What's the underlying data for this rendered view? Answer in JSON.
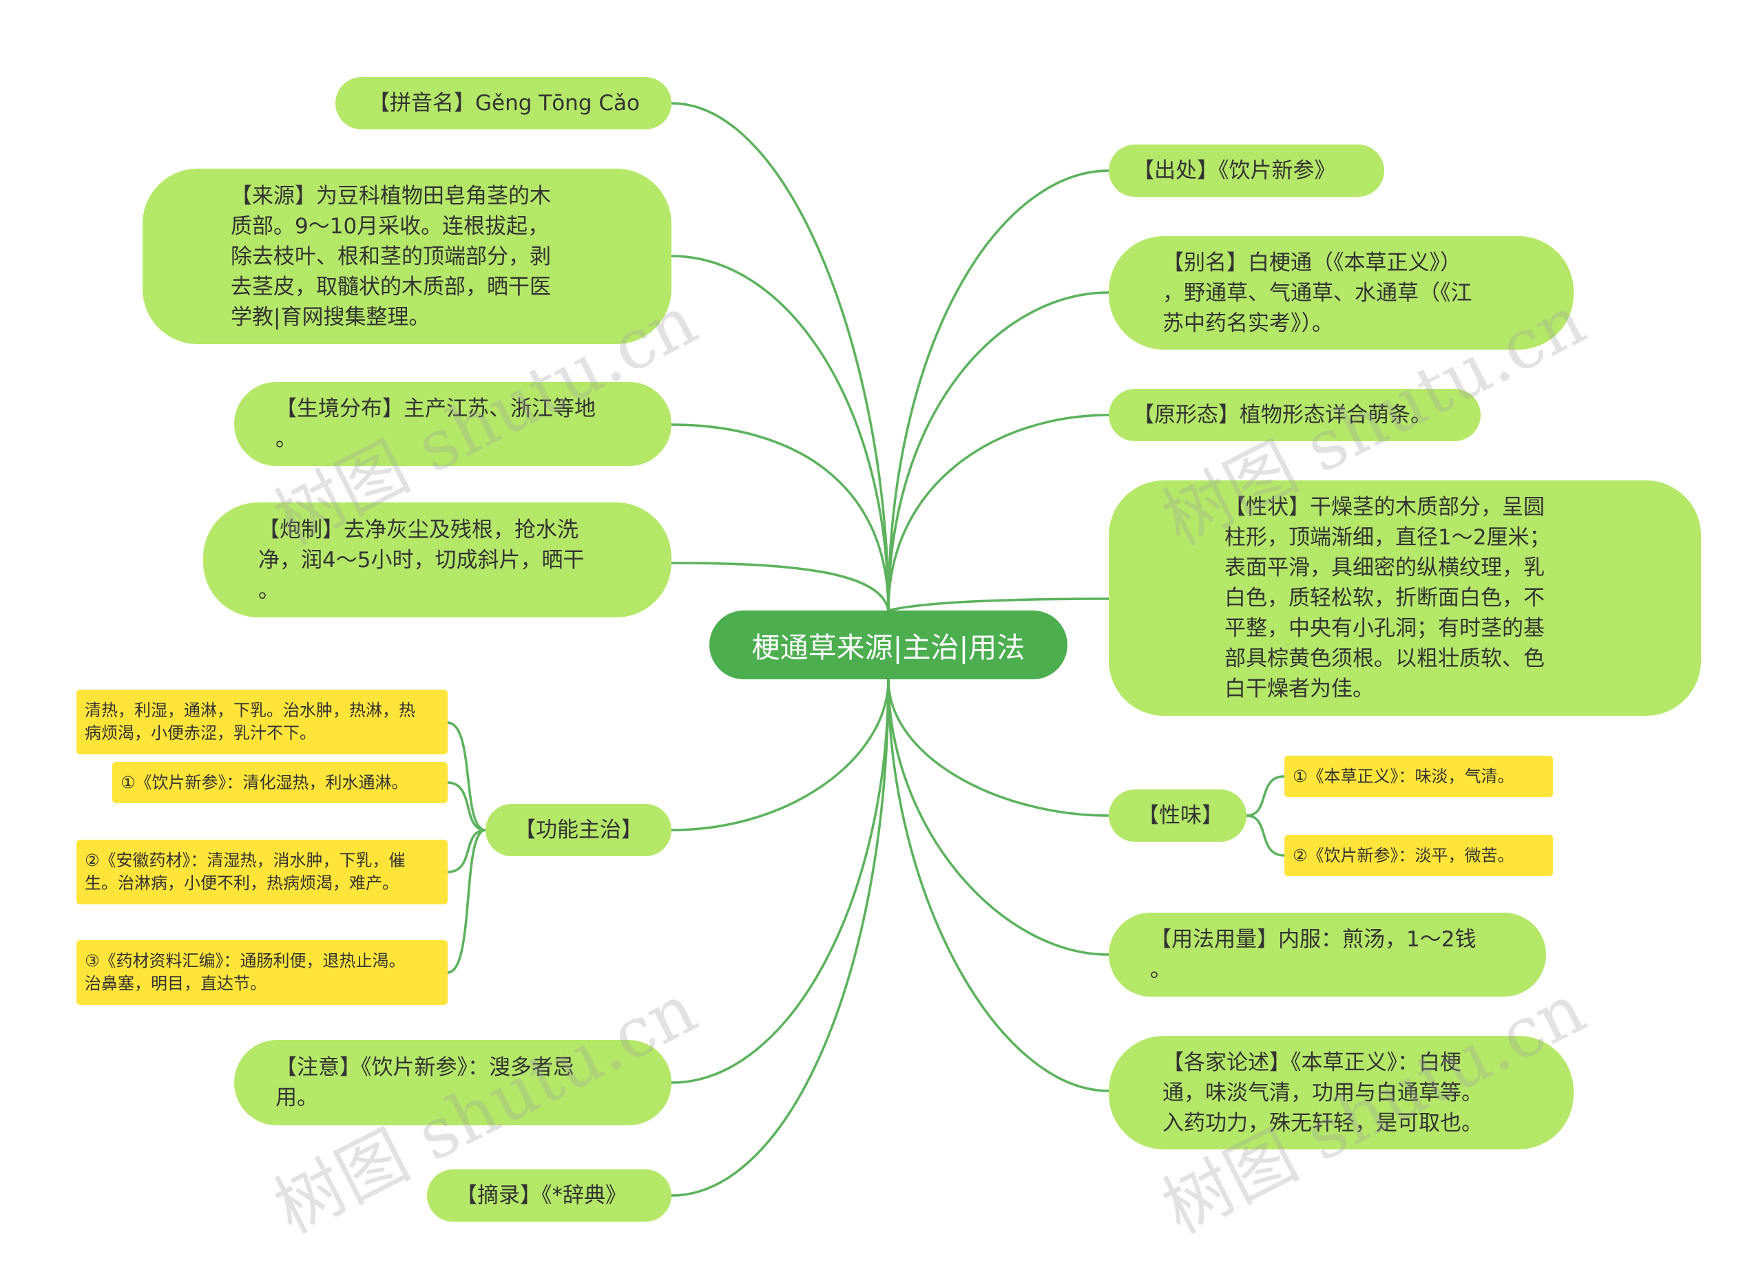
{
  "center": {
    "title": "梗通草来源|主治|用法"
  },
  "nodes": {
    "pinyin": "【拼音名】Gěng Tōng Cǎo",
    "source": "【来源】为豆科植物田皂角茎的木\n质部。9～10月采收。连根拔起，\n除去枝叶、根和茎的顶端部分，剥\n去茎皮，取髓状的木质部，晒干医\n学教|育网搜集整理。",
    "habitat": "【生境分布】主产江苏、浙江等地\n。",
    "processing": "【炮制】去净灰尘及残根，抢水洗\n净，润4～5小时，切成斜片，晒干\n。",
    "function": "【功能主治】",
    "caution": "【注意】《饮片新参》：溲多者忌\n用。",
    "excerpt": "【摘录】《*辞典》",
    "origin": "【出处】《饮片新参》",
    "alias": "【别名】白梗通（《本草正义》）\n，野通草、气通草、水通草（《江\n苏中药名实考》）。",
    "morphology": "【原形态】植物形态详合萌条。",
    "traits": "【性状】干燥茎的木质部分，呈圆\n柱形，顶端渐细，直径1～2厘米；\n表面平滑，具细密的纵横纹理，乳\n白色，质轻松软，折断面白色，不\n平整，中央有小孔洞；有时茎的基\n部具棕黄色须根。以粗壮质软、色\n白干燥者为佳。",
    "taste": "【性味】",
    "usage": "【用法用量】内服：煎汤，1～2钱\n。",
    "commentary": "【各家论述】《本草正义》：白梗\n通，味淡气清，功用与白通草等。\n入药功力，殊无轩轻，是可取也。"
  },
  "function_items": [
    "清热，利湿，通淋，下乳。治水肿，热淋，热\n病烦渴，小便赤涩，乳汁不下。",
    "①《饮片新参》：清化湿热，利水通淋。",
    "②《安徽药材》：清湿热，消水肿，下乳，催\n生。治淋病，小便不利，热病烦渴，难产。",
    "③《药材资料汇编》：通肠利便，退热止渴。\n治鼻塞，明目，直达节。"
  ],
  "taste_items": [
    "①《本草正义》：味淡，气清。",
    "②《饮片新参》：淡平，微苦。"
  ],
  "watermark": "树图 shutu.cn",
  "colors": {
    "background": "#ffffff",
    "center_fill": "#4cae4f",
    "center_text": "#ffffff",
    "node_fill": "#b5e868",
    "leaf_fill": "#ffe53a",
    "link": "#5cb25d",
    "text": "#333333"
  }
}
